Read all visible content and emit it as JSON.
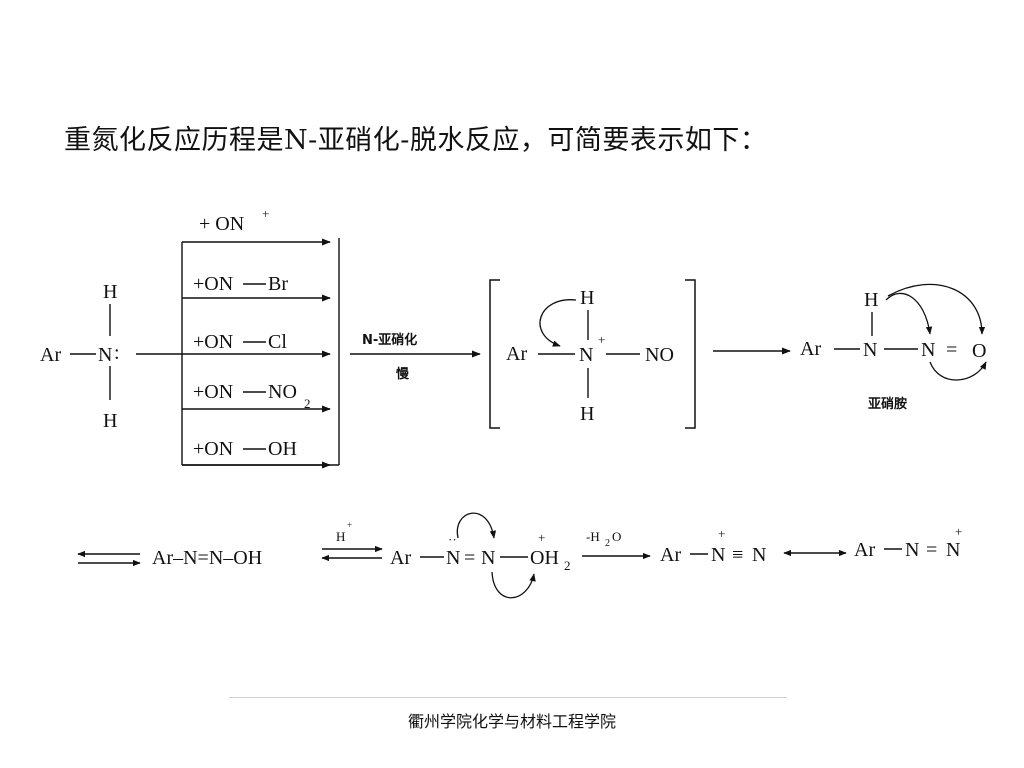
{
  "slide": {
    "title": "重氮化反应历程是N-亚硝化-脱水反应，可简要表示如下：",
    "footer": "衢州学院化学与材料工程学院"
  },
  "scheme": {
    "amine": {
      "ar": "Ar",
      "n": "N",
      "h_top": "H",
      "h_bottom": "H",
      "lone_pair": ":"
    },
    "nitrosating_agents": [
      "+ ON",
      "+ON",
      "+ON",
      "+ON",
      "+ON"
    ],
    "agent_charge": "+",
    "agent_groups": [
      "Br",
      "Cl",
      "NO",
      "OH"
    ],
    "no2_subscript": "2",
    "step1_label": "N-亚硝化",
    "step1_sublabel": "慢",
    "intermediate": {
      "ar": "Ar",
      "n": "N",
      "charge": "+",
      "h_top": "H",
      "h_bottom": "H",
      "no": "NO"
    },
    "nitrosamine": {
      "ar": "Ar",
      "n1": "N",
      "n2": "N",
      "o": "O",
      "h": "H",
      "eq": "=",
      "label": "亚硝胺"
    },
    "row2": {
      "diazohydroxide": "Ar–N=N–OH",
      "h_plus": "H",
      "h_plus_charge": "+",
      "protonated": {
        "ar": "Ar",
        "n1": "N",
        "lone_pair": "··",
        "eq": "=",
        "n2": "N",
        "o": "OH",
        "sub2": "2",
        "charge": "+"
      },
      "minus_water": "-H",
      "minus_water_sub": "2",
      "minus_water_o": "O",
      "diazonium1": {
        "ar": "Ar",
        "n1": "N",
        "triple": "≡",
        "n2": "N",
        "charge": "+"
      },
      "diazonium2": {
        "ar": "Ar",
        "n1": "N",
        "eq": "=",
        "n2": "N",
        "charge": "+"
      }
    }
  }
}
